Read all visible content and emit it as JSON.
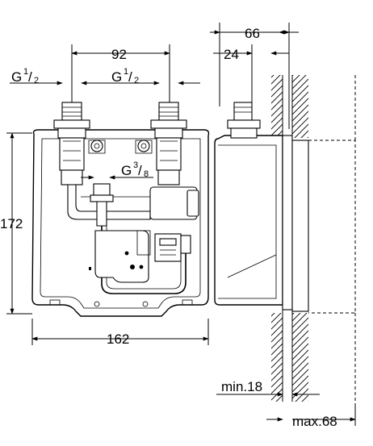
{
  "dimensions": {
    "width_top_right": "66",
    "spacing_connections": "92",
    "depth_connection": "24",
    "thread_left": {
      "base": "G",
      "num": "1",
      "den": "2"
    },
    "thread_middle": {
      "base": "G",
      "num": "1",
      "den": "2"
    },
    "thread_inner": {
      "base": "G",
      "num": "3",
      "den": "8"
    },
    "height": "172",
    "width_bottom": "162",
    "min_depth": "min.18",
    "max_depth": "max.68"
  }
}
